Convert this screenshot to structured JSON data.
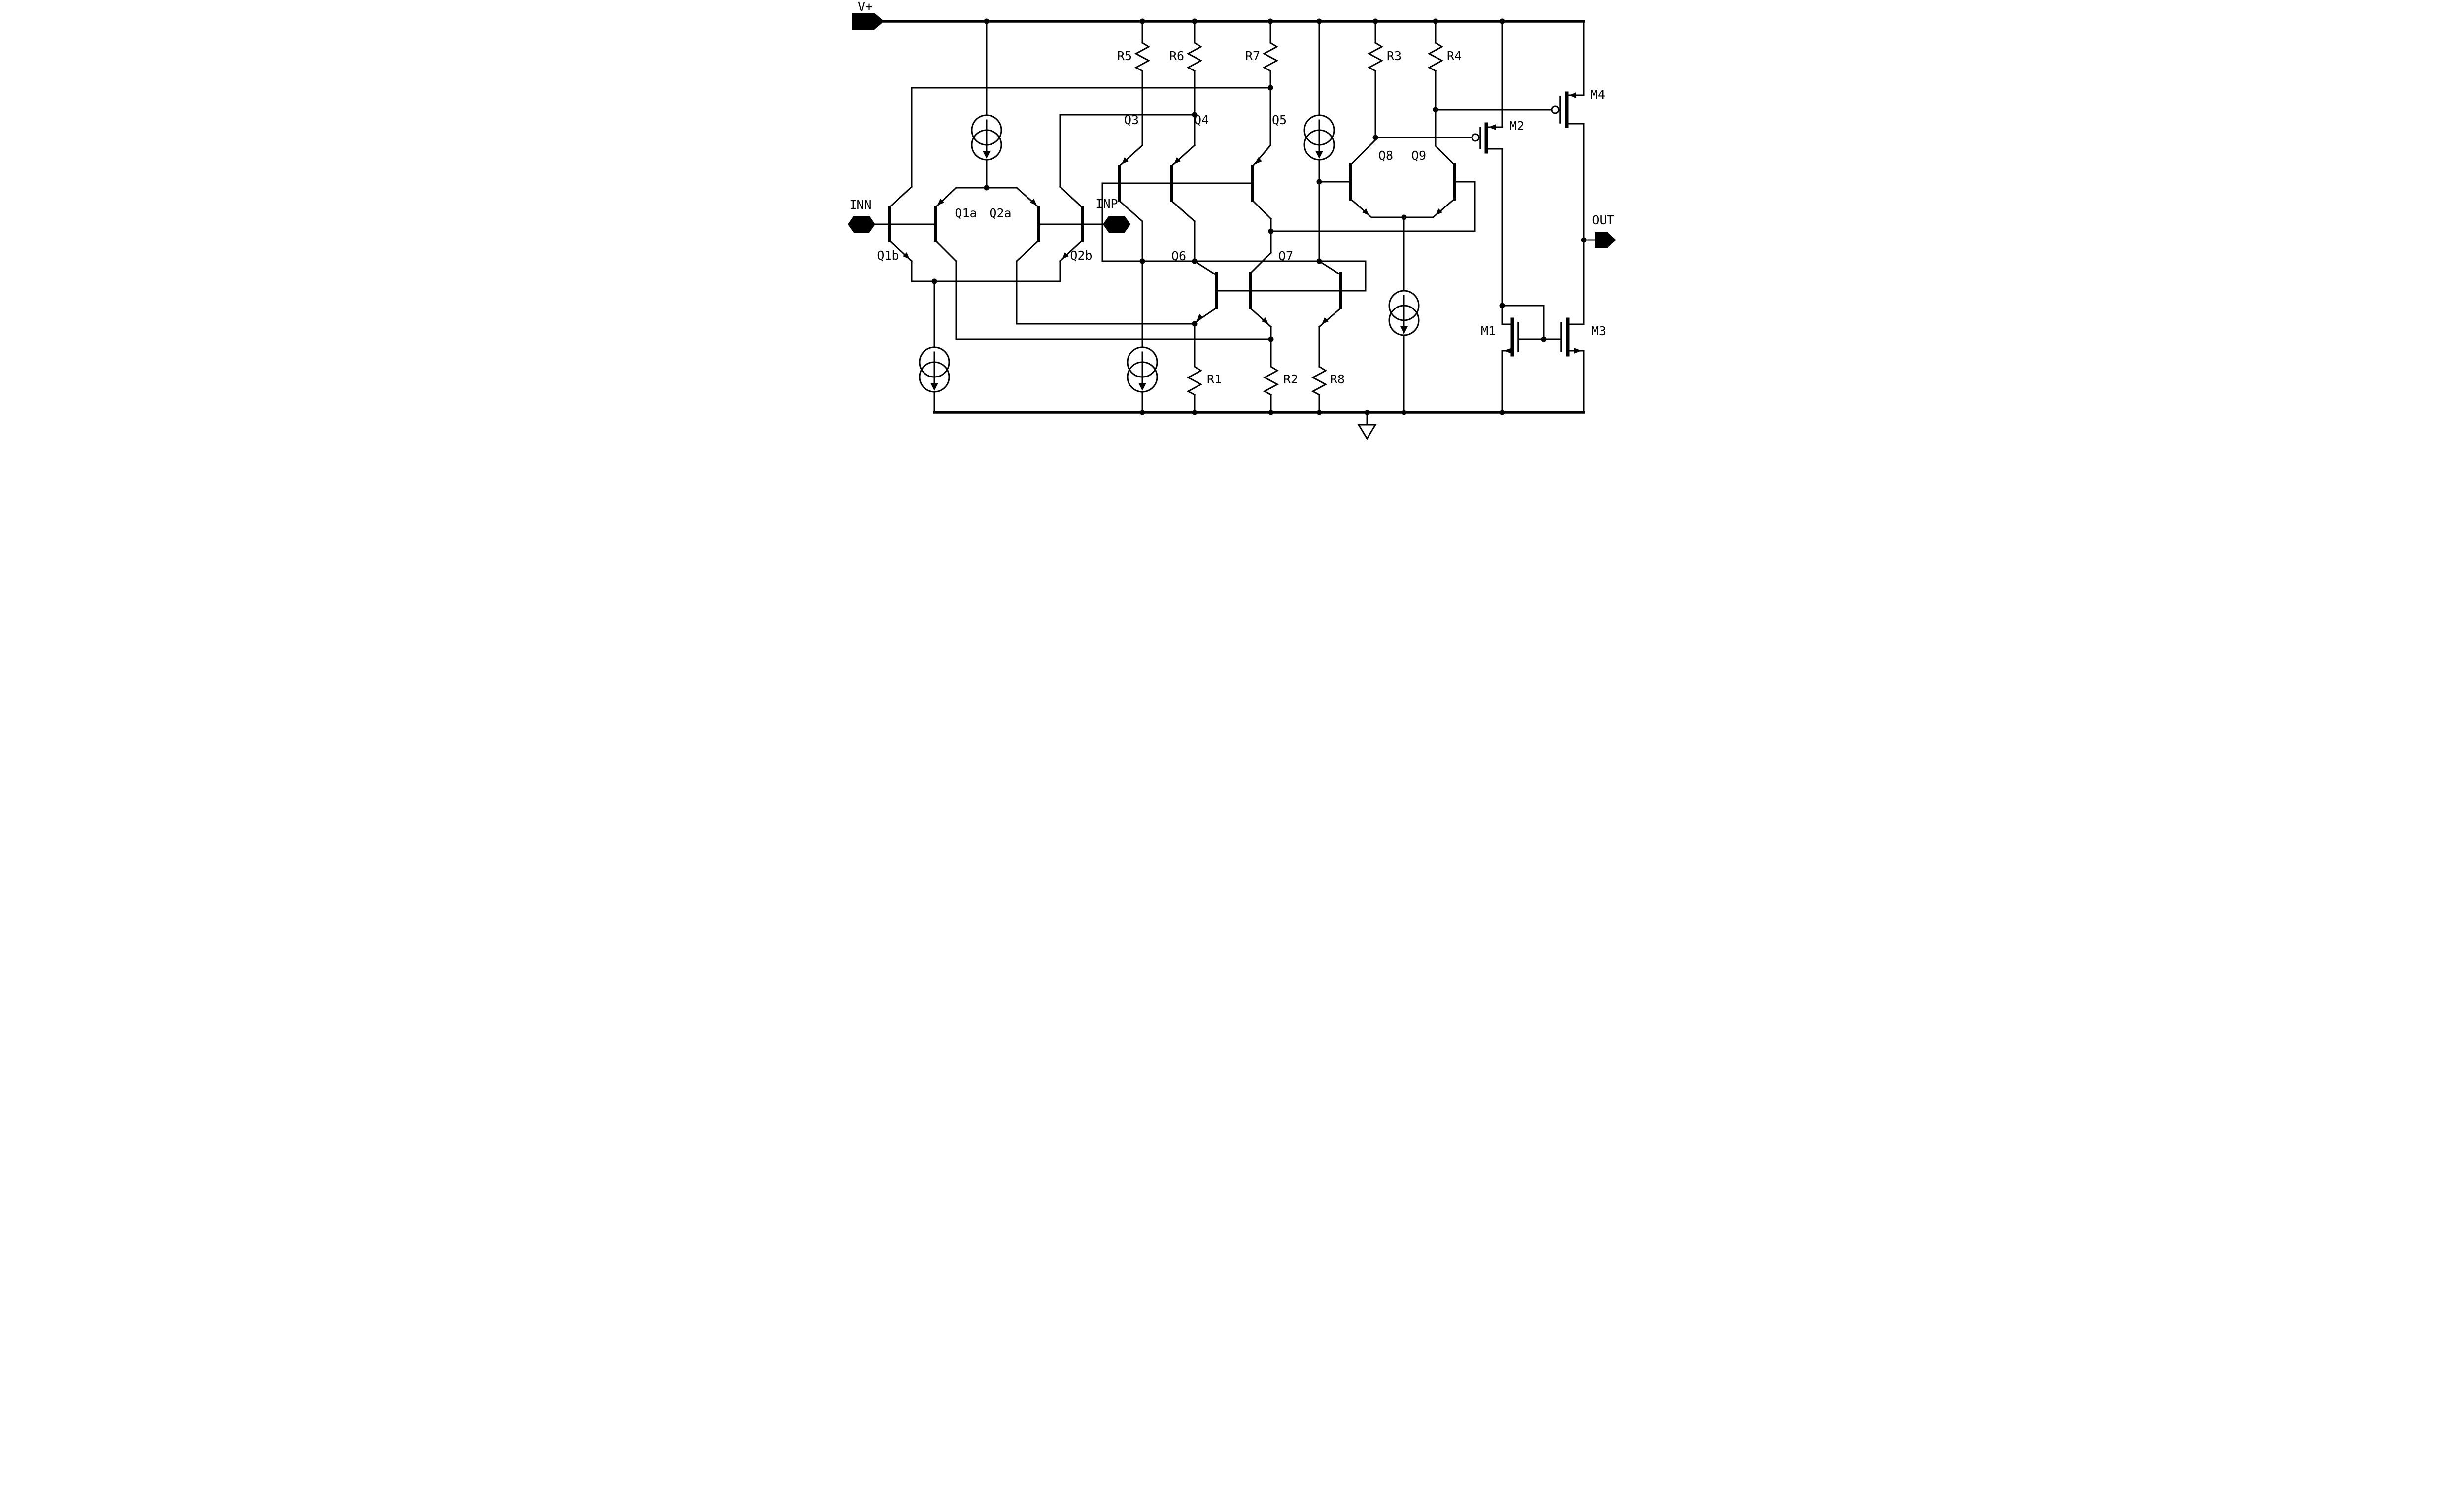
{
  "schematic": {
    "title": "Operational amplifier transistor-level schematic",
    "ink_color": "#000000",
    "background_color": "#ffffff"
  },
  "labels": {
    "vplus": "V+",
    "inn": "INN",
    "inp": "INP",
    "out": "OUT",
    "q1a": "Q1a",
    "q2a": "Q2a",
    "q1b": "Q1b",
    "q2b": "Q2b",
    "q3": "Q3",
    "q4": "Q4",
    "q5": "Q5",
    "q6": "Q6",
    "q7": "Q7",
    "q8": "Q8",
    "q9": "Q9",
    "r1": "R1",
    "r2": "R2",
    "r3": "R3",
    "r4": "R4",
    "r5": "R5",
    "r6": "R6",
    "r7": "R7",
    "r8": "R8",
    "m1": "M1",
    "m2": "M2",
    "m3": "M3",
    "m4": "M4"
  },
  "components": {
    "ports": [
      "V+",
      "INN",
      "INP",
      "OUT"
    ],
    "bipolar_transistors": [
      "Q1a",
      "Q1b",
      "Q2a",
      "Q2b",
      "Q3",
      "Q4",
      "Q5",
      "Q6",
      "Q7",
      "Q8",
      "Q9"
    ],
    "mosfets": [
      "M1",
      "M2",
      "M3",
      "M4"
    ],
    "resistors_top_rail": [
      "R5",
      "R6",
      "R7",
      "R3",
      "R4"
    ],
    "resistors_bottom_rail": [
      "R1",
      "R2",
      "R8"
    ],
    "current_sources_count": 5,
    "ground_symbols_count": 1
  }
}
